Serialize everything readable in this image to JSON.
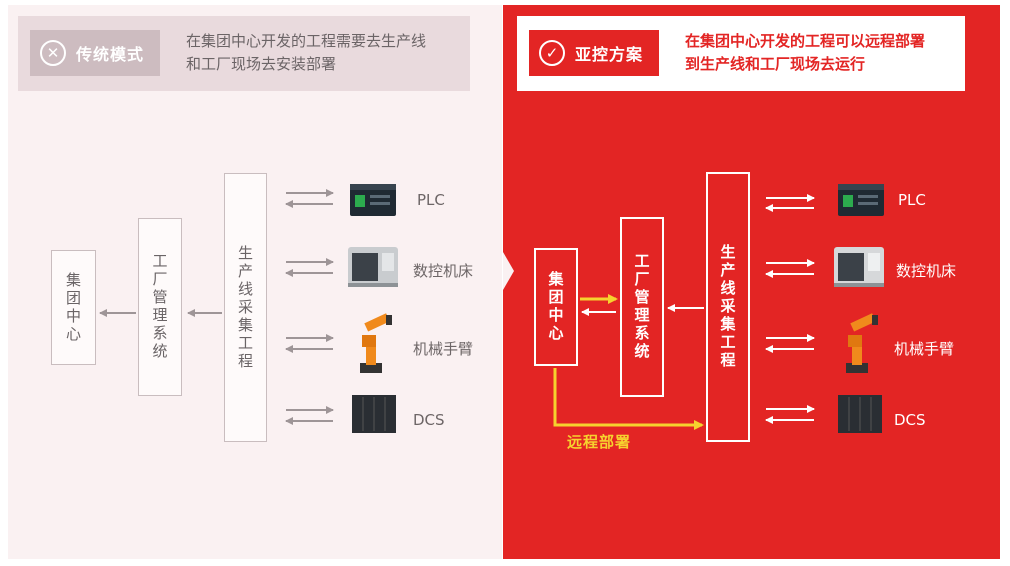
{
  "left": {
    "badge": {
      "icon": "close-circle-icon",
      "label": "传统模式"
    },
    "description": [
      "在集团中心开发的工程需要去生产线",
      "和工厂现场去安装部署"
    ],
    "boxes": {
      "center": "集团中心",
      "mgmt": "工厂管理系统",
      "line": "生产线采集工程"
    },
    "devices": [
      {
        "label": "PLC",
        "icon": "plc-icon"
      },
      {
        "label": "数控机床",
        "icon": "cnc-machine-icon"
      },
      {
        "label": "机械手臂",
        "icon": "robot-arm-icon"
      },
      {
        "label": "DCS",
        "icon": "dcs-cabinet-icon"
      }
    ]
  },
  "right": {
    "badge": {
      "icon": "check-circle-icon",
      "label": "亚控方案"
    },
    "description": [
      "在集团中心开发的工程可以远程部署",
      "到生产线和工厂现场去运行"
    ],
    "boxes": {
      "center": "集团中心",
      "mgmt": "工厂管理系统",
      "line": "生产线采集工程"
    },
    "remote_label": "远程部署",
    "devices": [
      {
        "label": "PLC",
        "icon": "plc-icon"
      },
      {
        "label": "数控机床",
        "icon": "cnc-machine-icon"
      },
      {
        "label": "机械手臂",
        "icon": "robot-arm-icon"
      },
      {
        "label": "DCS",
        "icon": "dcs-cabinet-icon"
      }
    ]
  },
  "colors": {
    "brand_red": "#e32524",
    "remote_arrow": "#f6d22e",
    "left_bg": "#faf1f2"
  }
}
